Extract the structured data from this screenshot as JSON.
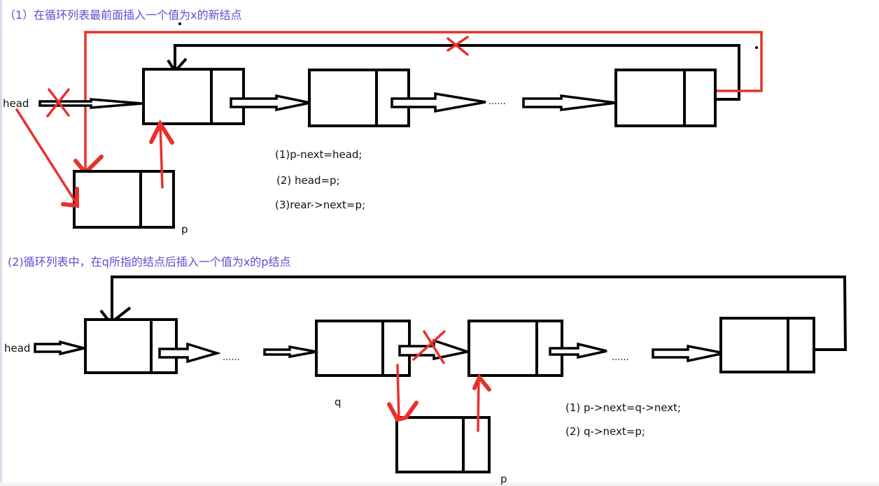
{
  "section1": {
    "title": "（1）在循环列表最前面插入一个值为x的新结点",
    "head_label": "head",
    "p_label": "p",
    "ellipsis": "......",
    "steps": [
      "(1)p-next=head;",
      "(2) head=p;",
      "(3)rear->next=p;"
    ]
  },
  "section2": {
    "title": "(2)循环列表中，在q所指的结点后插入一个值为x的p结点",
    "head_label": "head",
    "q_label": "q",
    "p_label": "p",
    "ellipsis_left": "......",
    "ellipsis_right": "......",
    "steps": [
      "(1)  p->next=q->next;",
      "(2)  q->next=p;"
    ]
  },
  "colors": {
    "heading": "#5a4fd0",
    "annotation_red": "#e8312d",
    "line_black": "#000000"
  }
}
